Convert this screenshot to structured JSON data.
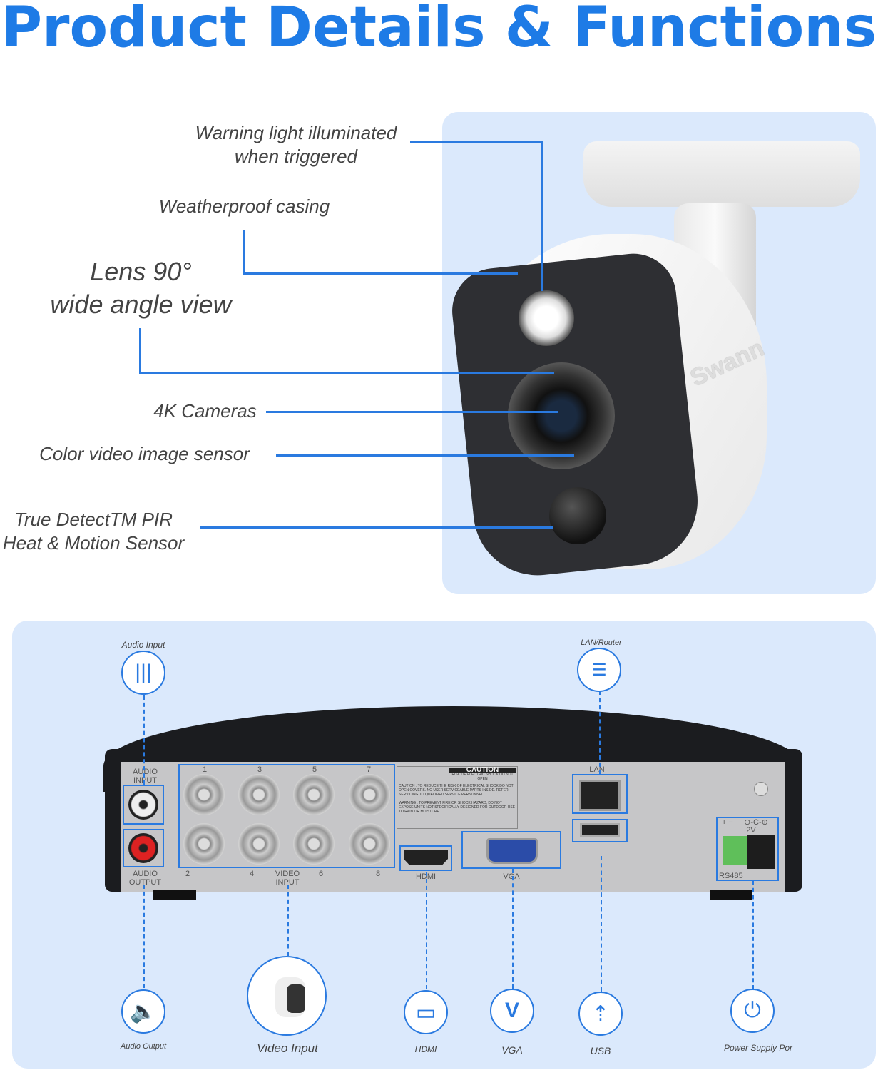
{
  "title": "Product Details & Functions",
  "camera": {
    "brand": "Swann",
    "callouts": {
      "warning_light": [
        "Warning light illuminated",
        "when triggered"
      ],
      "casing": "Weatherproof casing",
      "lens": [
        "Lens 90°",
        "wide angle view"
      ],
      "cameras": "4K Cameras",
      "sensor": "Color video image sensor",
      "pir": [
        "True DetectTM PIR",
        "Heat & Motion Sensor"
      ]
    }
  },
  "dvr": {
    "panel": {
      "audio_in": "AUDIO INPUT",
      "audio_out": "AUDIO OUTPUT",
      "video_in": "VIDEO INPUT",
      "hdmi": "HDMI",
      "vga": "VGA",
      "lan": "LAN",
      "rs485": "RS485",
      "power": "2V",
      "power_polarity": "⊖-C-⊕",
      "terminal_polarity": "+ −",
      "channels": [
        "1",
        "3",
        "5",
        "7",
        "2",
        "4",
        "6",
        "8"
      ],
      "caution_title": "CAUTION",
      "caution_sub": "RISK OF ELECTRIC SHOCK DO NOT OPEN",
      "caution_text": "CAUTION : TO REDUCE THE RISK OF ELECTRICAL SHOCK DO NOT OPEN COVERS. NO USER SERVICEABLE PARTS INSIDE. REFER SERVICING TO QUALIFIED SERVICE PERSONNEL.",
      "warning_text": "WARNING : TO PREVENT FIRE OR SHOCK HAZARD, DO NOT EXPOSE UNITS NOT SPECIFICALLY DESIGNED FOR OUTDOOR USE TO RAIN OR MOISTURE."
    },
    "labels": {
      "audio_input": "Audio Input",
      "lan_router": "LAN/Router",
      "audio_output": "Audio Output",
      "video_input": "Video Input",
      "hdmi": "HDMI",
      "vga": "VGA",
      "usb": "USB",
      "power": "Power Supply Por"
    },
    "icons": {
      "audio_input": "sound-wave-icon",
      "lan": "router-icon",
      "audio_output": "speaker-icon",
      "hdmi": "monitor-icon",
      "vga": "vga-icon",
      "usb": "usb-icon",
      "power": "power-icon"
    }
  },
  "colors": {
    "accent": "#1e7be6",
    "panel": "#dbe9fc"
  }
}
